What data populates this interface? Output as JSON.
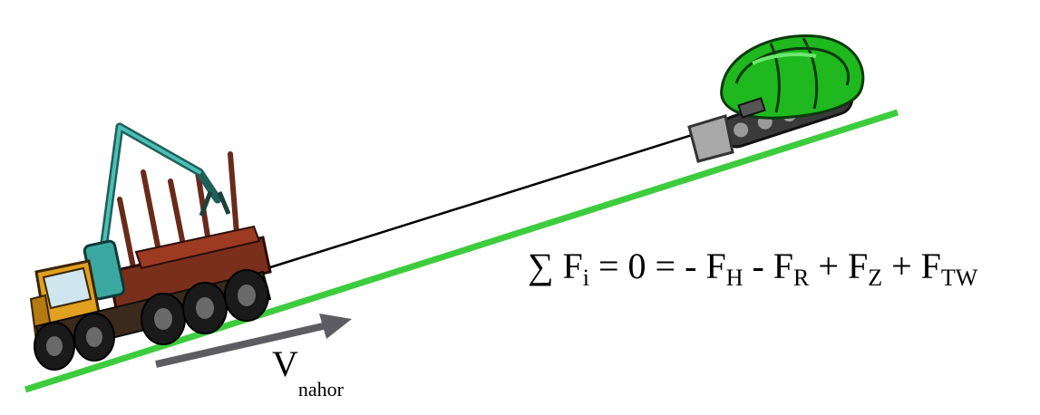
{
  "equation": {
    "sum_symbol": "∑",
    "f_letter": "F",
    "sub_i": "i",
    "eq_zero": " = 0 = - ",
    "sub_h": "H",
    "minus": " - ",
    "sub_r": "R",
    "plus1": " + ",
    "sub_z": "Z",
    "plus2": " + ",
    "sub_tw": "TW"
  },
  "velocity": {
    "symbol": "V",
    "subscript": "nahor"
  },
  "colors": {
    "slope": "#3dcc3d",
    "arrow": "#5c5c62",
    "rope": "#000000",
    "bulldozer_body": "#1fb81f",
    "forwarder_cab": "#e0a020",
    "forwarder_crane": "#3a9f98"
  }
}
